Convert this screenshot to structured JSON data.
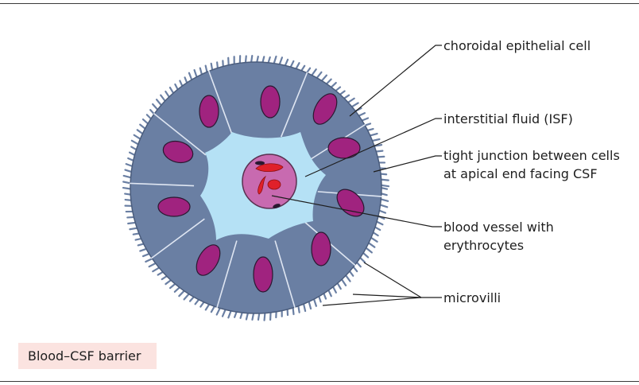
{
  "labels": {
    "choroidal_epithelial_cell": "choroidal epithelial cell",
    "interstitial_fluid": "interstitial fluid (ISF)",
    "tight_junction_line1": "tight junction between cells",
    "tight_junction_line2": "at apical end facing CSF",
    "blood_vessel_line1": "blood vessel with",
    "blood_vessel_line2": "erythrocytes",
    "microvilli": "microvilli"
  },
  "caption": "Blood–CSF barrier",
  "colors": {
    "cell_fill": "#6a7fa3",
    "cell_stroke": "#4a5c7c",
    "nucleus": "#a0237f",
    "isf": "#b5e1f5",
    "vessel": "#c86ab0",
    "erythrocyte": "#e0202a",
    "caption_bg": "#fbe3e0"
  }
}
